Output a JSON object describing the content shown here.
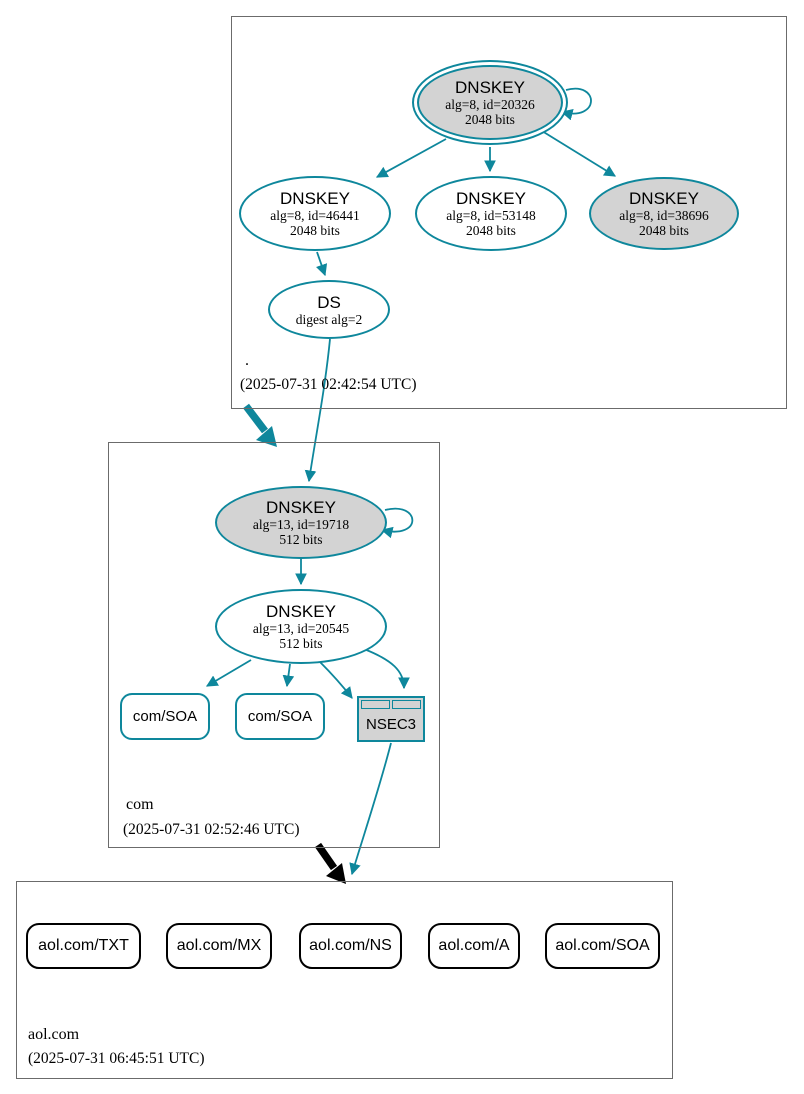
{
  "colors": {
    "secure_edge": "#0e879c",
    "insecure_edge": "#000000",
    "node_gray_fill": "#d3d3d3",
    "cluster_border": "#6b6b6b"
  },
  "root": {
    "label": ".",
    "timestamp": "(2025-07-31 02:42:54 UTC)",
    "ksk": {
      "title": "DNSKEY",
      "detail1": "alg=8, id=20326",
      "detail2": "2048 bits"
    },
    "zsk_left": {
      "title": "DNSKEY",
      "detail1": "alg=8, id=46441",
      "detail2": "2048 bits"
    },
    "zsk_mid": {
      "title": "DNSKEY",
      "detail1": "alg=8, id=53148",
      "detail2": "2048 bits"
    },
    "ksk_alt": {
      "title": "DNSKEY",
      "detail1": "alg=8, id=38696",
      "detail2": "2048 bits"
    },
    "ds": {
      "title": "DS",
      "detail1": "digest alg=2"
    }
  },
  "com": {
    "label": "com",
    "timestamp": "(2025-07-31 02:52:46 UTC)",
    "ksk": {
      "title": "DNSKEY",
      "detail1": "alg=13, id=19718",
      "detail2": "512 bits"
    },
    "zsk": {
      "title": "DNSKEY",
      "detail1": "alg=13, id=20545",
      "detail2": "512 bits"
    },
    "soa_left": {
      "label": "com/SOA"
    },
    "soa_right": {
      "label": "com/SOA"
    },
    "nsec3": {
      "label": "NSEC3"
    }
  },
  "aol": {
    "label": "aol.com",
    "timestamp": "(2025-07-31 06:45:51 UTC)",
    "rrsets": [
      {
        "label": "aol.com/TXT"
      },
      {
        "label": "aol.com/MX"
      },
      {
        "label": "aol.com/NS"
      },
      {
        "label": "aol.com/A"
      },
      {
        "label": "aol.com/SOA"
      }
    ]
  }
}
